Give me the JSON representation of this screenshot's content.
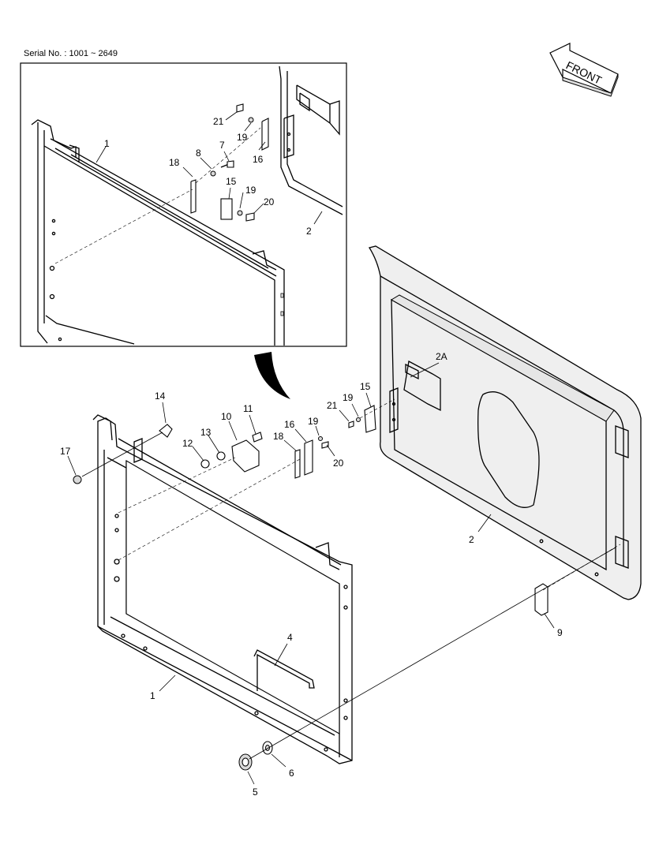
{
  "header": {
    "serial": "Serial No. : 1001 ~ 2649"
  },
  "direction_label": "FRONT",
  "callouts": {
    "inset": {
      "frame": "1",
      "panel": "2",
      "n21": "21",
      "n19a": "19",
      "n16": "16",
      "n8": "8",
      "n7": "7",
      "n18": "18",
      "n15": "15",
      "n19b": "19",
      "n20": "20"
    },
    "main": {
      "n14": "14",
      "n11": "11",
      "n10": "10",
      "n13": "13",
      "n12": "12",
      "n17": "17",
      "n16": "16",
      "n19a": "19",
      "n18": "18",
      "n20": "20",
      "n21": "21",
      "n19b": "19",
      "n15": "15",
      "n2A": "2A",
      "panel": "2",
      "n9": "9",
      "n4": "4",
      "frame": "1",
      "n6": "6",
      "n5": "5"
    }
  }
}
